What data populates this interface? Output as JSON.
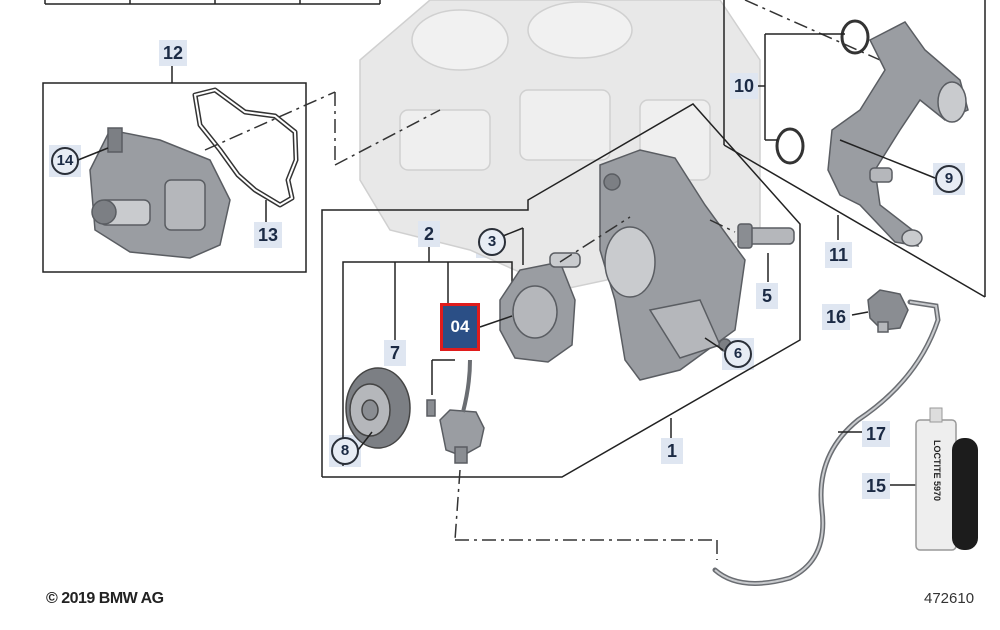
{
  "diagram": {
    "labels": {
      "l1": "1",
      "l2": "2",
      "l3": "3",
      "l4": "04",
      "l5": "5",
      "l6": "6",
      "l7": "7",
      "l8": "8",
      "l9": "9",
      "l10": "10",
      "l11": "11",
      "l12": "12",
      "l13": "13",
      "l14": "14",
      "l15": "15",
      "l16": "16",
      "l17": "17"
    },
    "product_label": "LOCTITE 5970",
    "copyright": "© 2019 BMW AG",
    "image_number": "472610",
    "colors": {
      "highlight_fill": "#2b4f86",
      "highlight_border": "#e01c1c",
      "label_background": "#dfe6f1",
      "engine_block": "#e6e6e6",
      "part_gray": "#8a8d92"
    }
  }
}
